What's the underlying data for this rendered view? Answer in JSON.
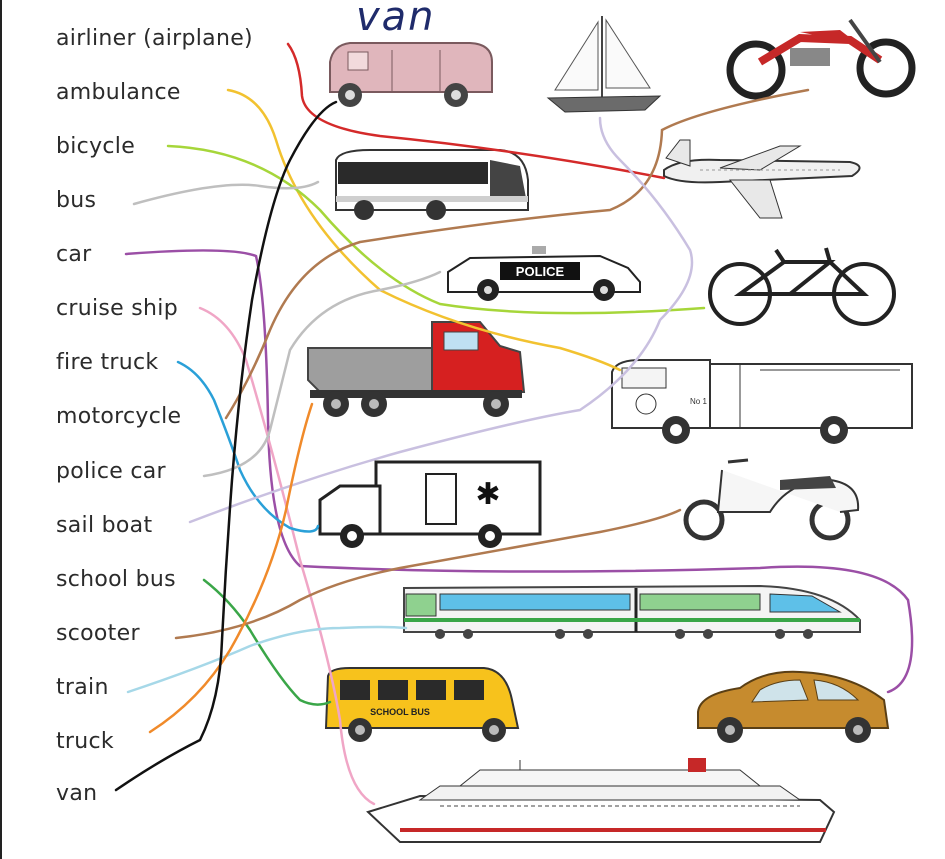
{
  "title": "van",
  "words": [
    "airliner (airplane)",
    "ambulance",
    "bicycle",
    "bus",
    "car",
    "cruise ship",
    "fire truck",
    "motorcycle",
    "police car",
    "sail boat",
    "school bus",
    "scooter",
    "train",
    "truck",
    "van"
  ],
  "pictures": {
    "police_label": "POLICE",
    "school_bus_label": "SCHOOL BUS",
    "fire_truck_label": "No 1"
  },
  "line_colors": {
    "airliner": "#d42a2a",
    "ambulance": "#f2c230",
    "bicycle": "#a6d63a",
    "bus": "#bfbfbf",
    "car": "#9b4fa6",
    "cruise_ship": "#f0a6c6",
    "fire_truck": "#2aa0d8",
    "motorcycle": "#b07a50",
    "police_car": "#c9c0e0",
    "sail_boat": "#c9c0e0",
    "school_bus": "#3aa648",
    "scooter": "#b07a50",
    "train": "#a6d8e8",
    "truck": "#f08a2a",
    "van": "#111111"
  }
}
